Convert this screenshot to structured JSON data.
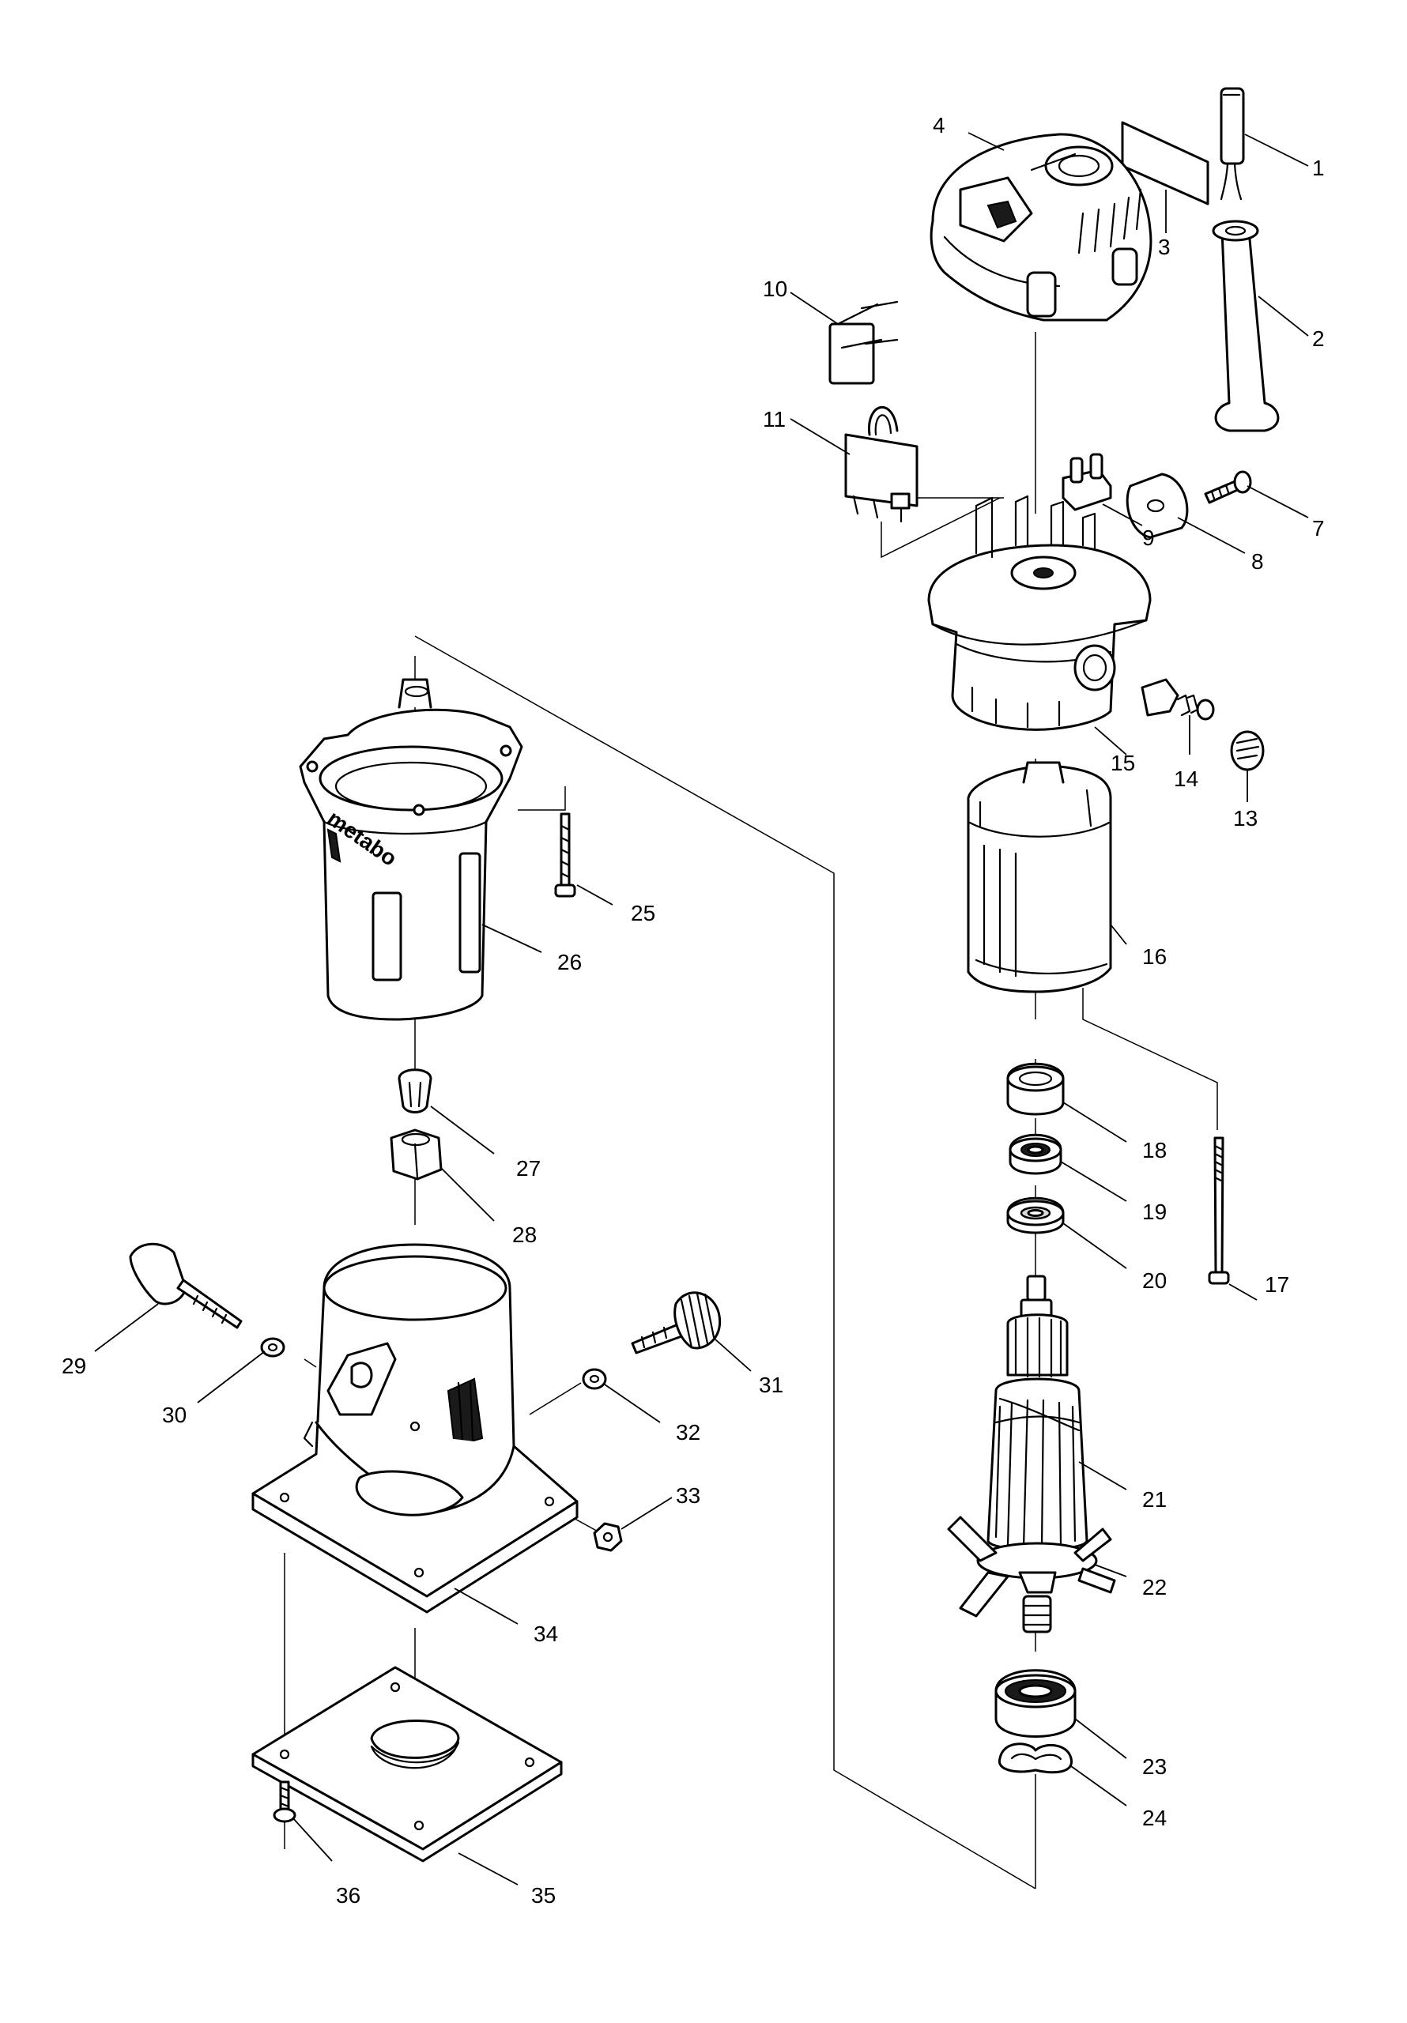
{
  "callouts": [
    "1",
    "2",
    "3",
    "4",
    "7",
    "8",
    "9",
    "10",
    "11",
    "13",
    "14",
    "15",
    "16",
    "17",
    "18",
    "19",
    "20",
    "21",
    "22",
    "23",
    "24",
    "25",
    "26",
    "27",
    "28",
    "29",
    "30",
    "31",
    "32",
    "33",
    "34",
    "35",
    "36"
  ],
  "logo_text": "metabo"
}
